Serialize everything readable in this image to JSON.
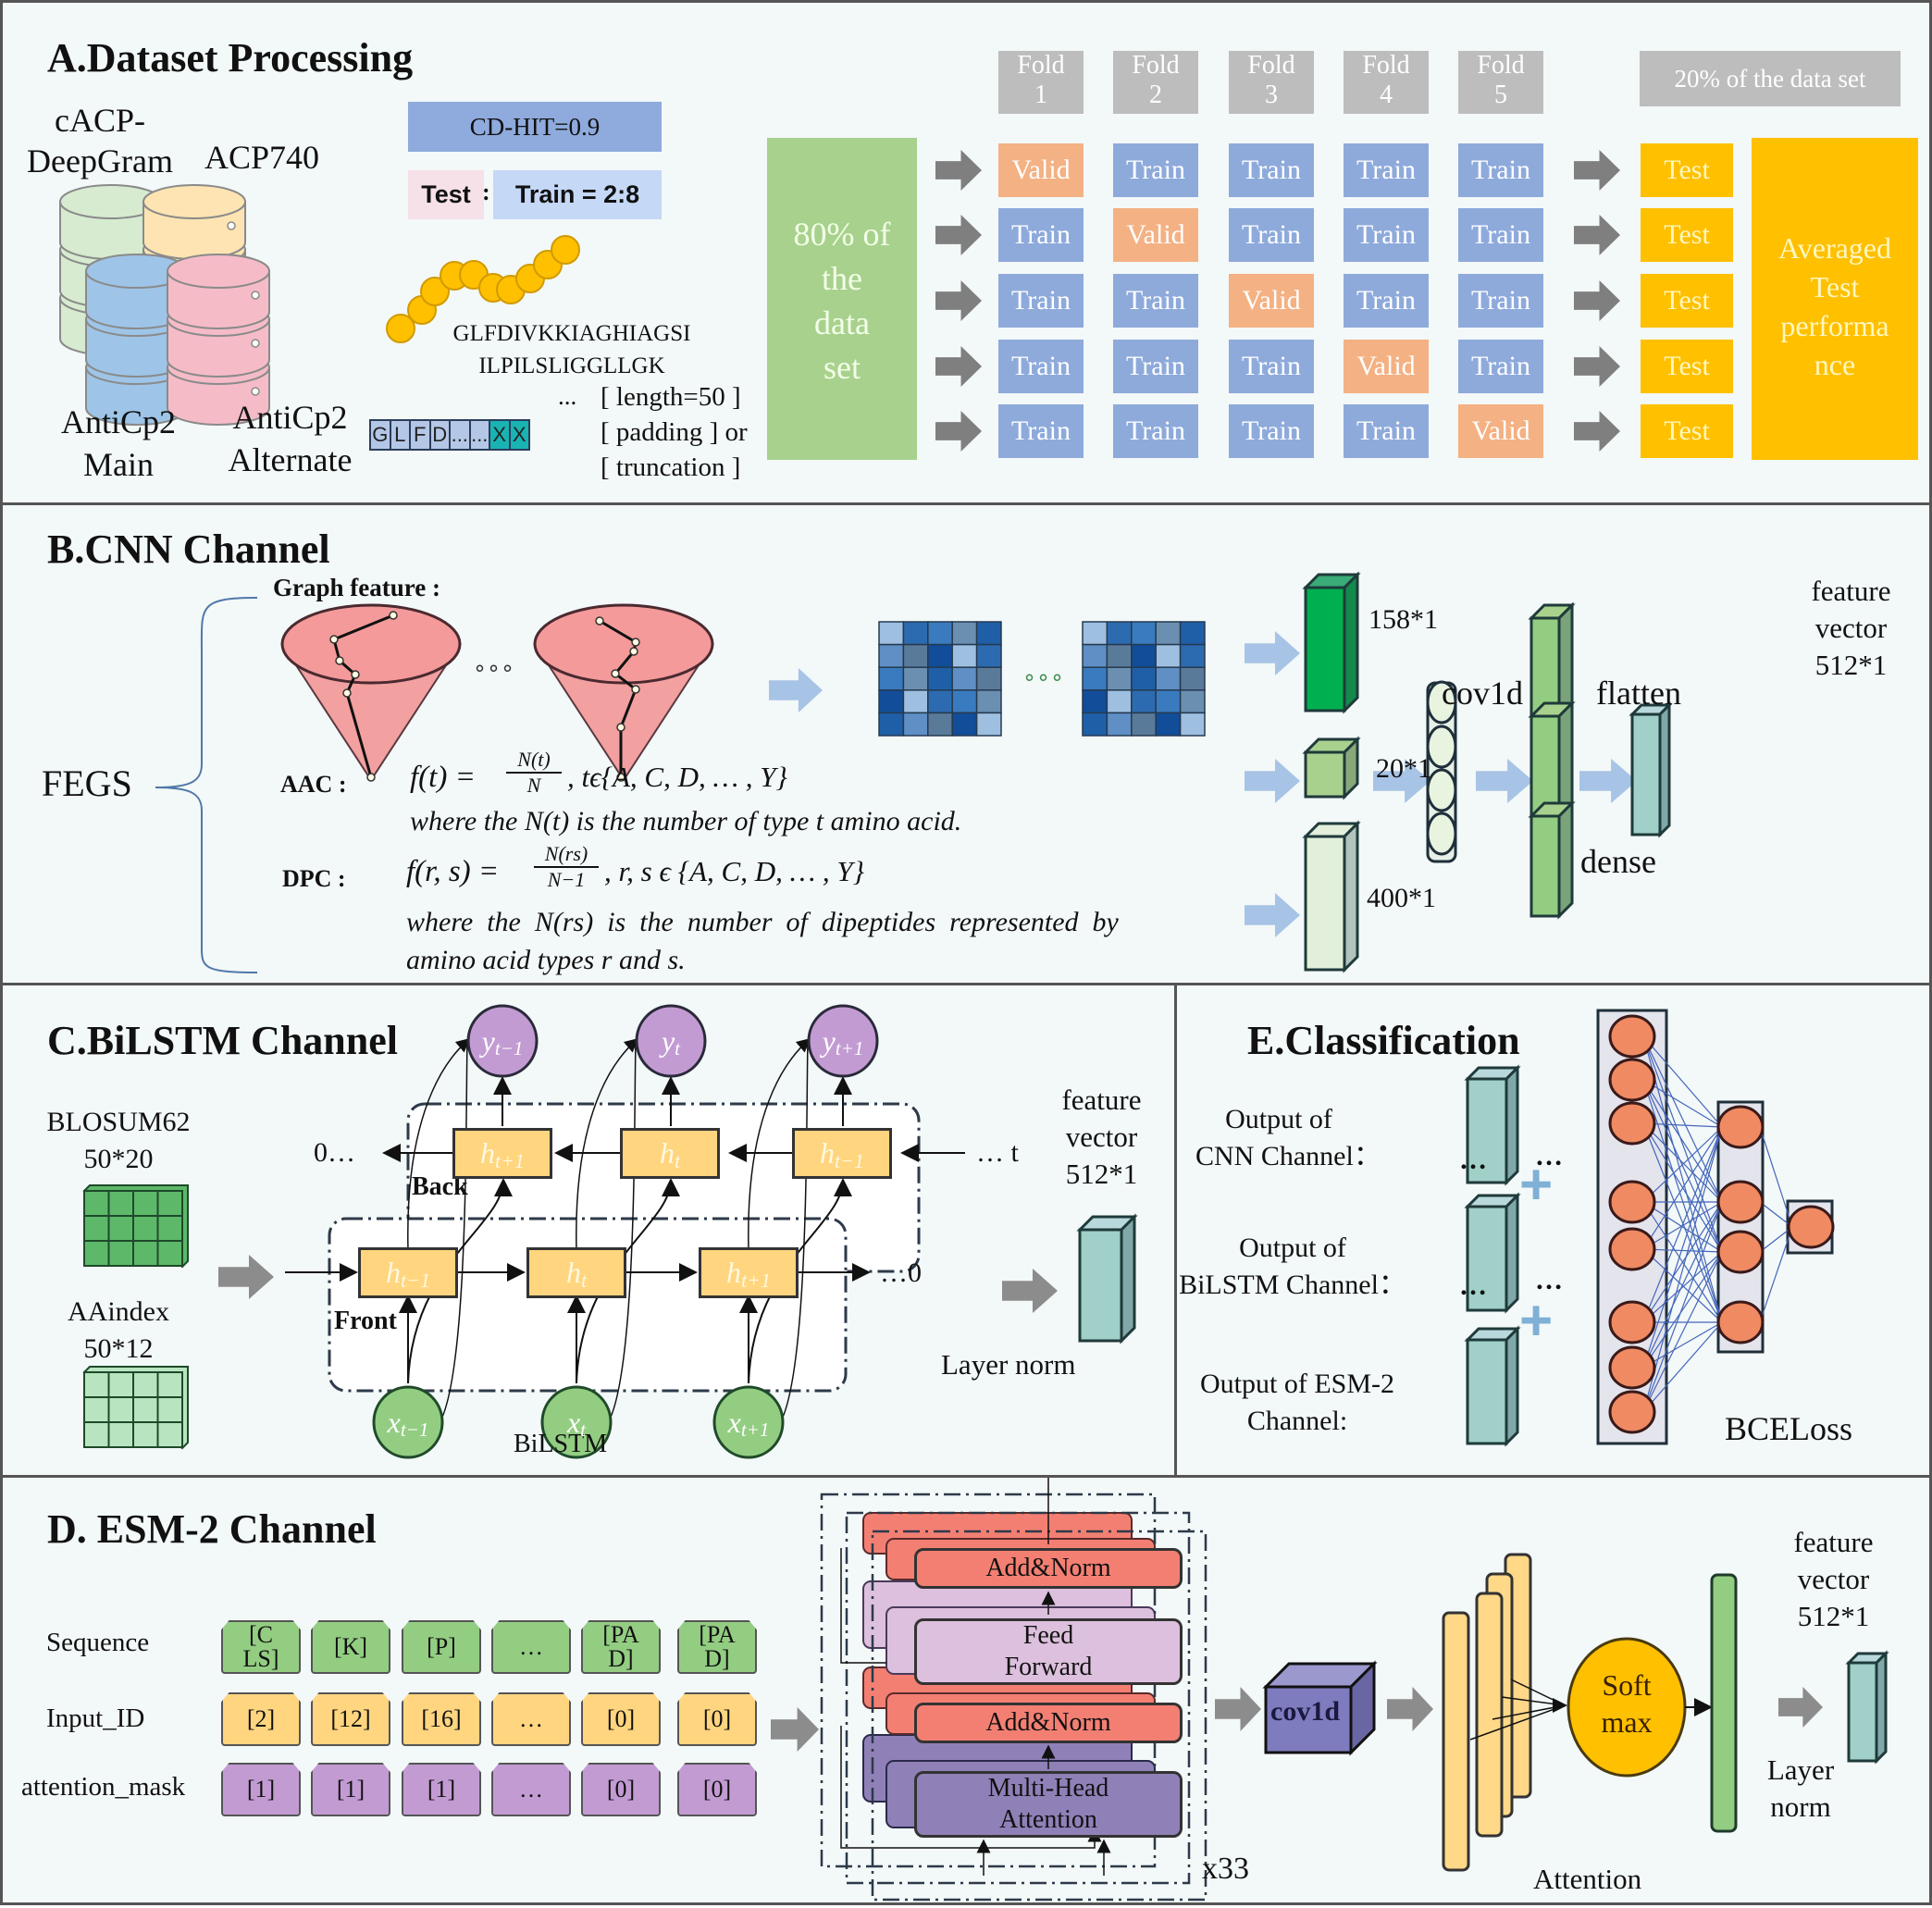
{
  "panel_a": {
    "title": "A.Dataset Processing",
    "datasets": [
      {
        "label": "cACP-\nDeepGram",
        "line1": "cACP-",
        "line2": "DeepGram",
        "color": "#d6ebd0"
      },
      {
        "label": "ACP740",
        "color": "#fde4b2"
      },
      {
        "label": "AntiCp2 Main",
        "line1": "AntiCp2",
        "line2": "Main",
        "color": "#9ec5e8"
      },
      {
        "label": "AntiCp2 Alternate",
        "line1": "AntiCp2",
        "line2": "Alternate",
        "color": "#f5bcc8"
      }
    ],
    "cdhit": "CD-HIT=0.9",
    "split_test": "Test",
    "split_colon": ":",
    "split_train": "Train = 2:8",
    "sequence_line1": "GLFDIVKKIAGHIAGSI",
    "sequence_line2": "ILPILSLIGGLLGK",
    "ellipsis": "...",
    "length_note": "[ length=50 ]",
    "padding_note": "[ padding ] or",
    "truncation_note": "[ truncation ]",
    "seq_cells": [
      "G",
      "L",
      "F",
      "D",
      "...",
      "...",
      "X",
      "X"
    ],
    "folds": [
      "Fold\n1",
      "Fold\n2",
      "Fold\n3",
      "Fold\n4",
      "Fold\n5"
    ],
    "fold_labels": [
      [
        "Fold",
        "1"
      ],
      [
        "Fold",
        "2"
      ],
      [
        "Fold",
        "3"
      ],
      [
        "Fold",
        "4"
      ],
      [
        "Fold",
        "5"
      ]
    ],
    "holdout_header": "20% of the data set",
    "train_portion": [
      "80% of",
      "the",
      "data",
      "set"
    ],
    "grid": [
      [
        "Valid",
        "Train",
        "Train",
        "Train",
        "Train"
      ],
      [
        "Train",
        "Valid",
        "Train",
        "Train",
        "Train"
      ],
      [
        "Train",
        "Train",
        "Valid",
        "Train",
        "Train"
      ],
      [
        "Train",
        "Train",
        "Train",
        "Valid",
        "Train"
      ],
      [
        "Train",
        "Train",
        "Train",
        "Train",
        "Valid"
      ]
    ],
    "test_label": "Test",
    "averaged": [
      "Averaged",
      "Test",
      "performa",
      "nce"
    ],
    "colors": {
      "train": "#8eaadb",
      "valid": "#f4b183",
      "test": "#ffc000",
      "fold": "#bdbdbd",
      "portion": "#a9d18e"
    }
  },
  "panel_b": {
    "title": "B.CNN Channel",
    "fegs": "FEGS",
    "graph_feature": "Graph feature :",
    "dots": "∘∘∘",
    "aac_label": "AAC :",
    "aac_formula_lhs": "f(t) =",
    "aac_num": "N(t)",
    "aac_den": "N",
    "aac_set": ",  tϵ{A, C, D, … , Y}",
    "aac_note": "where the N(t) is the number of type t amino acid.",
    "dpc_label": "DPC :",
    "dpc_formula_lhs": "f(r, s) =",
    "dpc_num": "N(rs)",
    "dpc_den": "N−1",
    "dpc_set": ",  r, s ϵ {A, C, D, … , Y}",
    "dpc_note1": "where  the  N(rs)  is  the  number  of  dipeptides  represented  by",
    "dpc_note2": "amino acid types r and s.",
    "dims": [
      "158*1",
      "20*1",
      "400*1"
    ],
    "conv_label": "cov1d",
    "flatten_label": "flatten",
    "dense_label": "dense",
    "feature_vector": [
      "feature",
      "vector",
      "512*1"
    ]
  },
  "panel_c": {
    "title": "C.BiLSTM Channel",
    "blosum": [
      "BLOSUM62",
      "50*20"
    ],
    "aaindex": [
      "AAindex",
      "50*12"
    ],
    "outputs": [
      "y",
      "y",
      "y"
    ],
    "output_subs": [
      "t−1",
      "t",
      "t+1"
    ],
    "back_cells": [
      "h",
      "h",
      "h"
    ],
    "back_subs": [
      "t+1",
      "t",
      "t−1"
    ],
    "front_subs": [
      "t−1",
      "t",
      "t+1"
    ],
    "inputs_subs": [
      "t−1",
      "t",
      "t+1"
    ],
    "back_label": "Back",
    "front_label": "Front",
    "back_start": "… t",
    "back_end": "0…",
    "front_end": "…0",
    "bilstm_label": "BiLSTM",
    "feature_vector": [
      "feature",
      "vector",
      "512*1"
    ],
    "layer_norm": "Layer norm"
  },
  "panel_e": {
    "title": "E.Classification",
    "outputs": [
      [
        "Output of",
        "CNN Channel："
      ],
      [
        "Output of",
        "BiLSTM Channel："
      ],
      [
        "Output of ESM-2",
        "Channel:"
      ]
    ],
    "plus": "+",
    "ellipsis": "…",
    "loss": "BCELoss"
  },
  "panel_d": {
    "title": "D. ESM-2 Channel",
    "rows": [
      {
        "label": "Sequence",
        "cells": [
          "[C\nLS]",
          "[K]",
          "[P]",
          "…",
          "[PA\nD]",
          "[PA\nD]"
        ],
        "color": "#93cd82"
      },
      {
        "label": "Input_ID",
        "cells": [
          "[2]",
          "[12]",
          "[16]",
          "…",
          "[0]",
          "[0]"
        ],
        "color": "#ffd57f"
      },
      {
        "label": "attention_mask",
        "cells": [
          "[1]",
          "[1]",
          "[1]",
          "…",
          "[0]",
          "[0]"
        ],
        "color": "#c39bd3"
      }
    ],
    "add_norm": "Add&Norm",
    "feed_forward": [
      "Feed",
      "Forward"
    ],
    "mha": [
      "Multi-Head",
      "Attention"
    ],
    "repeat": "x33",
    "conv_label": "cov1d",
    "softmax": [
      "Soft",
      "max"
    ],
    "attention_label": "Attention",
    "layer_norm": [
      "Layer",
      "norm"
    ],
    "feature_vector": [
      "feature",
      "vector",
      "512*1"
    ]
  }
}
